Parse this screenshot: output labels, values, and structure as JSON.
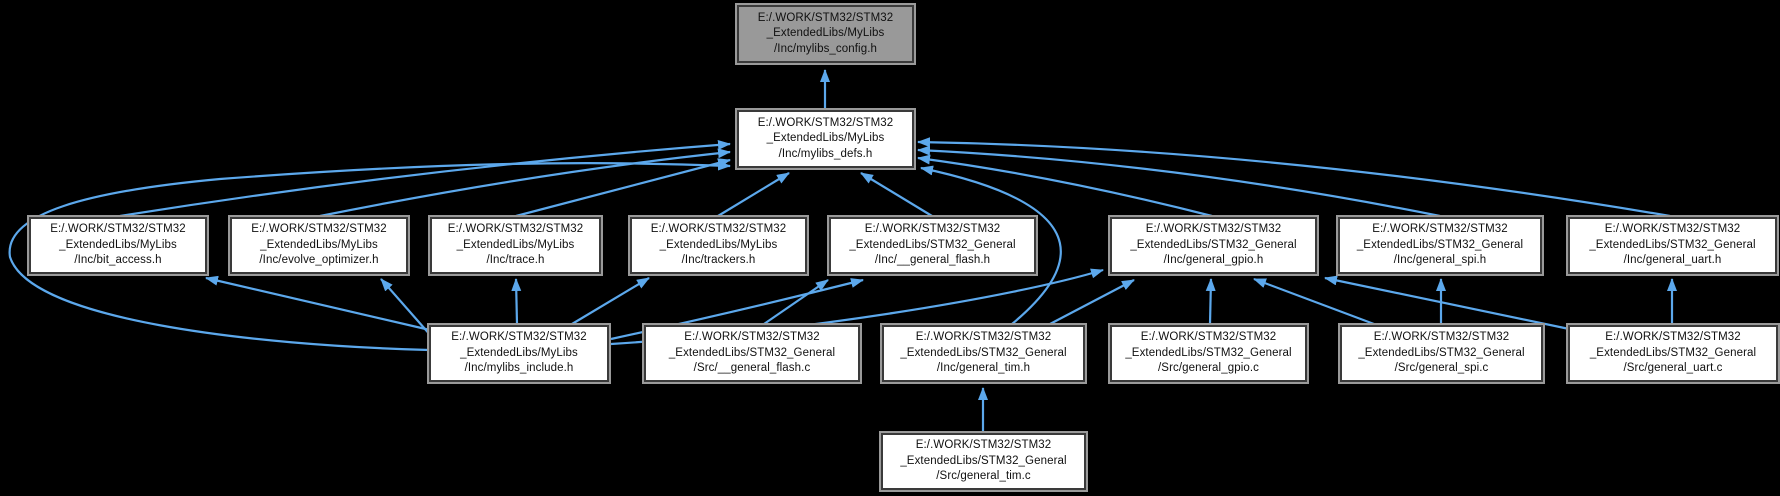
{
  "graph": {
    "title": "Include dependency graph for mylibs_config.h",
    "background_color": "#000000",
    "edge_color": "#5CA8EC",
    "root_fill_color": "#999999",
    "node_fill_color": "#ffffff",
    "nodes": [
      {
        "id": "mylibs_config.h",
        "lines": [
          "E:/.WORK/STM32/STM32",
          "_ExtendedLibs/MyLibs",
          "/Inc/mylibs_config.h"
        ],
        "root": true
      },
      {
        "id": "mylibs_defs.h",
        "lines": [
          "E:/.WORK/STM32/STM32",
          "_ExtendedLibs/MyLibs",
          "/Inc/mylibs_defs.h"
        ],
        "root": false
      },
      {
        "id": "bit_access.h",
        "lines": [
          "E:/.WORK/STM32/STM32",
          "_ExtendedLibs/MyLibs",
          "/Inc/bit_access.h"
        ],
        "root": false
      },
      {
        "id": "evolve_optimizer.h",
        "lines": [
          "E:/.WORK/STM32/STM32",
          "_ExtendedLibs/MyLibs",
          "/Inc/evolve_optimizer.h"
        ],
        "root": false
      },
      {
        "id": "trace.h",
        "lines": [
          "E:/.WORK/STM32/STM32",
          "_ExtendedLibs/MyLibs",
          "/Inc/trace.h"
        ],
        "root": false
      },
      {
        "id": "trackers.h",
        "lines": [
          "E:/.WORK/STM32/STM32",
          "_ExtendedLibs/MyLibs",
          "/Inc/trackers.h"
        ],
        "root": false
      },
      {
        "id": "__general_flash.h",
        "lines": [
          "E:/.WORK/STM32/STM32",
          "_ExtendedLibs/STM32_General",
          "/Inc/__general_flash.h"
        ],
        "root": false
      },
      {
        "id": "general_gpio.h",
        "lines": [
          "E:/.WORK/STM32/STM32",
          "_ExtendedLibs/STM32_General",
          "/Inc/general_gpio.h"
        ],
        "root": false
      },
      {
        "id": "general_spi.h",
        "lines": [
          "E:/.WORK/STM32/STM32",
          "_ExtendedLibs/STM32_General",
          "/Inc/general_spi.h"
        ],
        "root": false
      },
      {
        "id": "general_uart.h",
        "lines": [
          "E:/.WORK/STM32/STM32",
          "_ExtendedLibs/STM32_General",
          "/Inc/general_uart.h"
        ],
        "root": false
      },
      {
        "id": "mylibs_include.h",
        "lines": [
          "E:/.WORK/STM32/STM32",
          "_ExtendedLibs/MyLibs",
          "/Inc/mylibs_include.h"
        ],
        "root": false
      },
      {
        "id": "__general_flash.c",
        "lines": [
          "E:/.WORK/STM32/STM32",
          "_ExtendedLibs/STM32_General",
          "/Src/__general_flash.c"
        ],
        "root": false
      },
      {
        "id": "general_tim.h",
        "lines": [
          "E:/.WORK/STM32/STM32",
          "_ExtendedLibs/STM32_General",
          "/Inc/general_tim.h"
        ],
        "root": false
      },
      {
        "id": "general_gpio.c",
        "lines": [
          "E:/.WORK/STM32/STM32",
          "_ExtendedLibs/STM32_General",
          "/Src/general_gpio.c"
        ],
        "root": false
      },
      {
        "id": "general_spi.c",
        "lines": [
          "E:/.WORK/STM32/STM32",
          "_ExtendedLibs/STM32_General",
          "/Src/general_spi.c"
        ],
        "root": false
      },
      {
        "id": "general_uart.c",
        "lines": [
          "E:/.WORK/STM32/STM32",
          "_ExtendedLibs/STM32_General",
          "/Src/general_uart.c"
        ],
        "root": false
      },
      {
        "id": "general_tim.c",
        "lines": [
          "E:/.WORK/STM32/STM32",
          "_ExtendedLibs/STM32_General",
          "/Src/general_tim.c"
        ],
        "root": false
      }
    ],
    "edges": [
      {
        "from": "mylibs_defs.h",
        "to": "mylibs_config.h"
      },
      {
        "from": "bit_access.h",
        "to": "mylibs_defs.h"
      },
      {
        "from": "evolve_optimizer.h",
        "to": "mylibs_defs.h"
      },
      {
        "from": "trace.h",
        "to": "mylibs_defs.h"
      },
      {
        "from": "trackers.h",
        "to": "mylibs_defs.h"
      },
      {
        "from": "__general_flash.h",
        "to": "mylibs_defs.h"
      },
      {
        "from": "general_gpio.h",
        "to": "mylibs_defs.h"
      },
      {
        "from": "general_spi.h",
        "to": "mylibs_defs.h"
      },
      {
        "from": "general_uart.h",
        "to": "mylibs_defs.h"
      },
      {
        "from": "mylibs_include.h",
        "to": "mylibs_defs.h"
      },
      {
        "from": "general_tim.h",
        "to": "mylibs_defs.h"
      },
      {
        "from": "mylibs_include.h",
        "to": "bit_access.h"
      },
      {
        "from": "mylibs_include.h",
        "to": "evolve_optimizer.h"
      },
      {
        "from": "mylibs_include.h",
        "to": "trace.h"
      },
      {
        "from": "mylibs_include.h",
        "to": "trackers.h"
      },
      {
        "from": "mylibs_include.h",
        "to": "__general_flash.h"
      },
      {
        "from": "mylibs_include.h",
        "to": "general_gpio.h"
      },
      {
        "from": "__general_flash.c",
        "to": "__general_flash.h"
      },
      {
        "from": "general_tim.h",
        "to": "general_gpio.h"
      },
      {
        "from": "general_gpio.c",
        "to": "general_gpio.h"
      },
      {
        "from": "general_spi.c",
        "to": "general_gpio.h"
      },
      {
        "from": "general_uart.c",
        "to": "general_gpio.h"
      },
      {
        "from": "general_spi.c",
        "to": "general_spi.h"
      },
      {
        "from": "general_uart.c",
        "to": "general_uart.h"
      },
      {
        "from": "general_tim.c",
        "to": "general_tim.h"
      }
    ]
  }
}
